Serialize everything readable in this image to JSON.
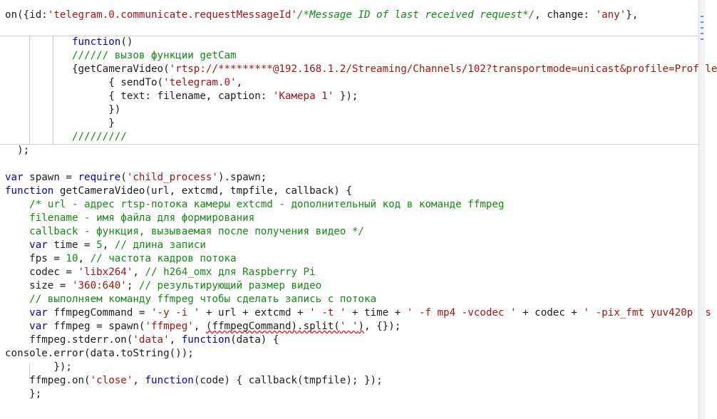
{
  "code_lines": [
    {
      "indent": 0,
      "tokens": [
        {
          "t": "n",
          "v": "on({id:"
        },
        {
          "t": "s",
          "v": "'telegram.0.communicate.requestMessageId'"
        },
        {
          "t": "ci",
          "v": "/*Message ID of last received request*/"
        },
        {
          "t": "n",
          "v": ", change: "
        },
        {
          "t": "s",
          "v": "'any'"
        },
        {
          "t": "n",
          "v": "},"
        }
      ]
    },
    {
      "indent": 0,
      "tokens": []
    },
    {
      "indent": 0,
      "tokens": [
        {
          "t": "n",
          "v": "           "
        },
        {
          "t": "k",
          "v": "function"
        },
        {
          "t": "n",
          "v": "()"
        }
      ]
    },
    {
      "indent": 0,
      "tokens": [
        {
          "t": "n",
          "v": "           "
        },
        {
          "t": "c",
          "v": "////// вызов функции getCam"
        }
      ]
    },
    {
      "indent": 0,
      "tokens": [
        {
          "t": "n",
          "v": "           {getCameraVideo("
        },
        {
          "t": "s",
          "v": "'rtsp://*********@192.168.1.2/Streaming/Channels/102?transportmode=unicast&profile=Profile"
        }
      ]
    },
    {
      "indent": 0,
      "tokens": [
        {
          "t": "n",
          "v": "                 { sendTo("
        },
        {
          "t": "s",
          "v": "'telegram.0'"
        },
        {
          "t": "n",
          "v": ","
        }
      ]
    },
    {
      "indent": 0,
      "tokens": [
        {
          "t": "n",
          "v": "                 { text: filename, caption: "
        },
        {
          "t": "s",
          "v": "'Камера 1'"
        },
        {
          "t": "n",
          "v": " });"
        }
      ]
    },
    {
      "indent": 0,
      "tokens": [
        {
          "t": "n",
          "v": "                 })"
        }
      ]
    },
    {
      "indent": 0,
      "tokens": [
        {
          "t": "n",
          "v": "                 }"
        }
      ]
    },
    {
      "indent": 0,
      "tokens": [
        {
          "t": "n",
          "v": "           "
        },
        {
          "t": "c",
          "v": "/////////"
        }
      ]
    },
    {
      "indent": 0,
      "tokens": [
        {
          "t": "n",
          "v": "  );"
        }
      ]
    },
    {
      "indent": 0,
      "tokens": []
    },
    {
      "indent": 0,
      "tokens": [
        {
          "t": "k",
          "v": "var"
        },
        {
          "t": "n",
          "v": " spawn = "
        },
        {
          "t": "k",
          "v": "require"
        },
        {
          "t": "n",
          "v": "("
        },
        {
          "t": "s",
          "v": "'child_process'"
        },
        {
          "t": "n",
          "v": ").spawn;"
        }
      ]
    },
    {
      "indent": 0,
      "tokens": [
        {
          "t": "k",
          "v": "function"
        },
        {
          "t": "n",
          "v": " getCameraVideo(url, extcmd, tmpfile, callback) {"
        }
      ]
    },
    {
      "indent": 0,
      "tokens": [
        {
          "t": "n",
          "v": "    "
        },
        {
          "t": "c",
          "v": "/* url - адрес rtsp-потока камеры extcmd - дополнительный код в команде ffmpeg"
        }
      ]
    },
    {
      "indent": 0,
      "tokens": [
        {
          "t": "n",
          "v": "    "
        },
        {
          "t": "c",
          "v": "filename - имя файла для формирования"
        }
      ]
    },
    {
      "indent": 0,
      "tokens": [
        {
          "t": "n",
          "v": "    "
        },
        {
          "t": "c",
          "v": "callback - функция, вызываемая после получения видео */"
        }
      ]
    },
    {
      "indent": 0,
      "tokens": [
        {
          "t": "n",
          "v": "    "
        },
        {
          "t": "k",
          "v": "var"
        },
        {
          "t": "n",
          "v": " time = "
        },
        {
          "t": "c",
          "v": "5"
        },
        {
          "t": "n",
          "v": ", "
        },
        {
          "t": "c",
          "v": "// длина записи"
        }
      ]
    },
    {
      "indent": 0,
      "tokens": [
        {
          "t": "n",
          "v": "    fps = "
        },
        {
          "t": "c",
          "v": "10"
        },
        {
          "t": "n",
          "v": ", "
        },
        {
          "t": "c",
          "v": "// частота кадров потока"
        }
      ]
    },
    {
      "indent": 0,
      "tokens": [
        {
          "t": "n",
          "v": "    codec = "
        },
        {
          "t": "s",
          "v": "'libx264'"
        },
        {
          "t": "n",
          "v": ", "
        },
        {
          "t": "c",
          "v": "// h264_omx для Raspberry Pi"
        }
      ]
    },
    {
      "indent": 0,
      "tokens": [
        {
          "t": "n",
          "v": "    size = "
        },
        {
          "t": "s",
          "v": "'360:640'"
        },
        {
          "t": "n",
          "v": "; "
        },
        {
          "t": "c",
          "v": "// результирующий размер видео"
        }
      ]
    },
    {
      "indent": 0,
      "tokens": [
        {
          "t": "n",
          "v": "    "
        },
        {
          "t": "c",
          "v": "// выполняем команду ffmpeg чтобы сделать запись с потока"
        }
      ]
    },
    {
      "indent": 0,
      "tokens": [
        {
          "t": "n",
          "v": "    "
        },
        {
          "t": "k",
          "v": "var"
        },
        {
          "t": "n",
          "v": " ffmpegCommand = "
        },
        {
          "t": "s",
          "v": "'-y -i '"
        },
        {
          "t": "n",
          "v": " + url + extcmd + "
        },
        {
          "t": "s",
          "v": "' -t '"
        },
        {
          "t": "n",
          "v": " + time + "
        },
        {
          "t": "s",
          "v": "' -f mp4 -vcodec '"
        },
        {
          "t": "n",
          "v": " + codec + "
        },
        {
          "t": "s",
          "v": "' -pix_fmt yuv420p -s"
        }
      ]
    },
    {
      "indent": 0,
      "tokens": [
        {
          "t": "n",
          "v": "    "
        },
        {
          "t": "k",
          "v": "var"
        },
        {
          "t": "n",
          "v": " ffmpeg = spawn("
        },
        {
          "t": "s",
          "v": "'ffmpeg'"
        },
        {
          "t": "n",
          "v": ", "
        },
        {
          "t": "nu",
          "v": "(ffmpegCommand).split("
        },
        {
          "t": "su",
          "v": "' '"
        },
        {
          "t": "nu",
          "v": ")"
        },
        {
          "t": "n",
          "v": ", {});"
        }
      ]
    },
    {
      "indent": 0,
      "tokens": [
        {
          "t": "n",
          "v": "    ffmpeg.stderr.on("
        },
        {
          "t": "s",
          "v": "'data'"
        },
        {
          "t": "n",
          "v": ", "
        },
        {
          "t": "k",
          "v": "function"
        },
        {
          "t": "n",
          "v": "(data) {"
        }
      ]
    },
    {
      "indent": 0,
      "tokens": [
        {
          "t": "n",
          "v": "console.error(data.toString());"
        }
      ]
    },
    {
      "indent": 0,
      "tokens": [
        {
          "t": "n",
          "v": "        });"
        }
      ]
    },
    {
      "indent": 0,
      "tokens": [
        {
          "t": "n",
          "v": "    ffmpeg.on("
        },
        {
          "t": "s",
          "v": "'close'"
        },
        {
          "t": "n",
          "v": ", "
        },
        {
          "t": "k",
          "v": "function"
        },
        {
          "t": "n",
          "v": "(code) { callback(tmpfile); });"
        }
      ]
    },
    {
      "indent": 0,
      "tokens": [
        {
          "t": "n",
          "v": "    };"
        }
      ]
    }
  ],
  "colors": {
    "keyword": "#0000c8",
    "string": "#a31515",
    "comment": "#148a14",
    "text": "#1c1c1c",
    "spellcheck": "#e03030"
  }
}
